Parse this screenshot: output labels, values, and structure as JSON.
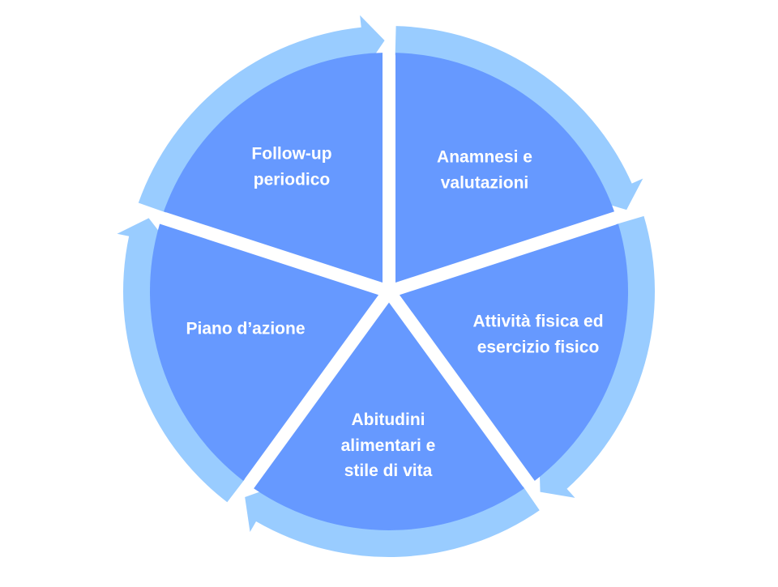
{
  "diagram": {
    "type": "cycle",
    "colors": {
      "wedge": "#6699ff",
      "arrow": "#99ccff",
      "text": "#ffffff",
      "background": "#ffffff"
    },
    "segments": [
      {
        "label": "Anamnesi e\nvalutazioni"
      },
      {
        "label": "Attività fisica ed\nesercizio fisico"
      },
      {
        "label": "Abitudini\nalimentari e\nstile di vita"
      },
      {
        "label": "Piano d’azione"
      },
      {
        "label": "Follow-up\nperiodico"
      }
    ]
  }
}
